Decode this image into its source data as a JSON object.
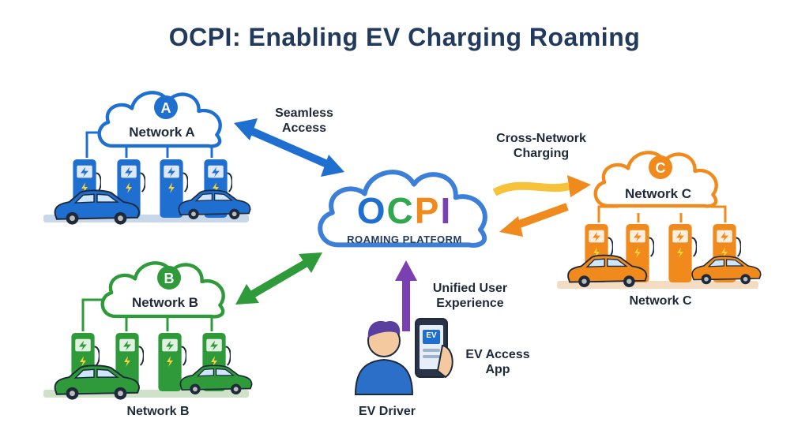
{
  "title": "OCPI: Enabling EV Charging Roaming",
  "network_a": {
    "badge": "A",
    "cloud_label": "Network A",
    "color": "#1f6fd1"
  },
  "network_b": {
    "badge": "B",
    "cloud_label": "Network B",
    "footer_label": "Network B",
    "color": "#2e9a3a"
  },
  "network_c": {
    "badge": "C",
    "cloud_label": "Network C",
    "footer_label": "Network C",
    "color": "#f08a1c"
  },
  "platform": {
    "logo_letters": [
      "O",
      "C",
      "P",
      "I"
    ],
    "logo_colors": [
      "#1f6fd1",
      "#2fa84f",
      "#f08a1c",
      "#7a3fb0"
    ],
    "subtitle": "ROAMING PLATFORM"
  },
  "connections": {
    "seamless": "Seamless\nAccess",
    "cross": "Cross-Network\nCharging",
    "unified": "Unified User\nExperience"
  },
  "driver": {
    "label": "EV Driver",
    "app_label": "EV Access\nApp",
    "screen_text": "EV"
  },
  "icons": [
    "cloud-icon",
    "charger-icon",
    "car-icon",
    "lightning-icon",
    "phone-icon",
    "person-icon",
    "arrow-icon"
  ]
}
